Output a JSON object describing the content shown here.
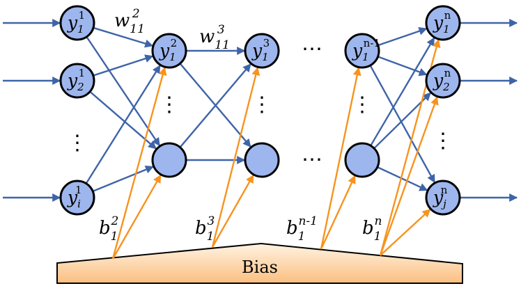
{
  "nodes": {
    "l1_1": {
      "base": "y",
      "sub": "1",
      "sup": "1"
    },
    "l1_2": {
      "base": "y",
      "sub": "2",
      "sup": "1"
    },
    "l1_i": {
      "base": "y",
      "sub": "i",
      "sup": "1"
    },
    "l2_1": {
      "base": "y",
      "sub": "1",
      "sup": "2"
    },
    "l3_1": {
      "base": "y",
      "sub": "1",
      "sup": "3"
    },
    "ln1_1": {
      "base": "y",
      "sub": "1",
      "sup": "n-1"
    },
    "ln_1": {
      "base": "y",
      "sub": "1",
      "sup": "n"
    },
    "ln_2": {
      "base": "y",
      "sub": "2",
      "sup": "n"
    },
    "ln_j": {
      "base": "y",
      "sub": "j",
      "sup": "n"
    }
  },
  "weights": {
    "w2": {
      "base": "w",
      "sub": "11",
      "sup": "2"
    },
    "w3": {
      "base": "w",
      "sub": "11",
      "sup": "3"
    }
  },
  "biases": {
    "b2": {
      "base": "b",
      "sub": "1",
      "sup": "2"
    },
    "b3": {
      "base": "b",
      "sub": "1",
      "sup": "3"
    },
    "bn1": {
      "base": "b",
      "sub": "1",
      "sup": "n-1"
    },
    "bn": {
      "base": "b",
      "sub": "1",
      "sup": "n"
    }
  },
  "bias_label": "Bias",
  "colors": {
    "node_fill": "#9eb6ee",
    "edge": "#3e64a8",
    "bias_edge": "#f7931e"
  }
}
